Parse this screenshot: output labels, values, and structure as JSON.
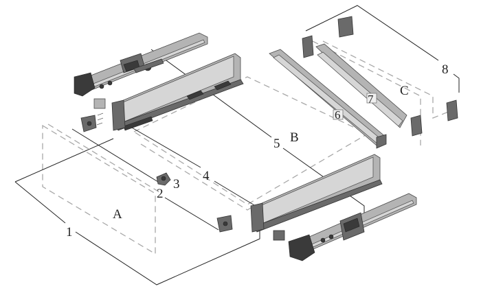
{
  "labels": {
    "p1": "1",
    "p2": "2",
    "p3": "3",
    "p4": "4",
    "p5": "5",
    "p6": "6",
    "p7": "7",
    "p8": "8",
    "pA": "A",
    "pB": "B",
    "pC": "C"
  },
  "colors": {
    "line": "#222222",
    "dashed_outline": "#a8a8a8",
    "panel": "#b4b4b4",
    "hardware": "#3a3a3a"
  }
}
